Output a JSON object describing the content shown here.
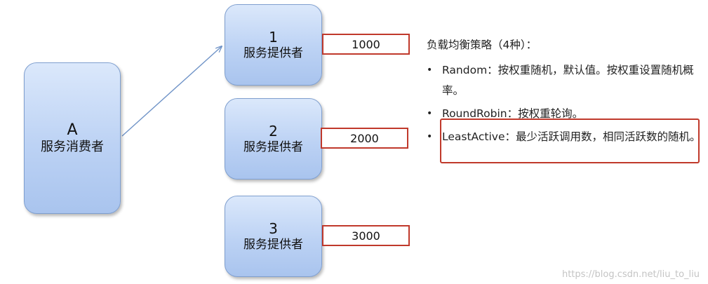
{
  "consumer": {
    "letter": "A",
    "label": "服务消费者"
  },
  "providers": [
    {
      "number": "1",
      "label": "服务提供者",
      "weight": "1000"
    },
    {
      "number": "2",
      "label": "服务提供者",
      "weight": "2000"
    },
    {
      "number": "3",
      "label": "服务提供者",
      "weight": "3000"
    }
  ],
  "strategies": {
    "heading": "负载均衡策略（4种）：",
    "items": [
      {
        "text": "Random：按权重随机，默认值。按权重设置随机概率。"
      },
      {
        "text": "RoundRobin：按权重轮询。"
      },
      {
        "text": "LeastActive：最少活跃调用数，相同活跃数的随机。"
      }
    ],
    "highlighted_item": "LeastActive"
  },
  "watermark": "https://blog.csdn.net/liu_to_liu",
  "colors": {
    "box_fill": "#bcd2f4",
    "box_border": "#7f9fcf",
    "highlight_border": "#c0392b",
    "arrow": "#6f93c7"
  }
}
